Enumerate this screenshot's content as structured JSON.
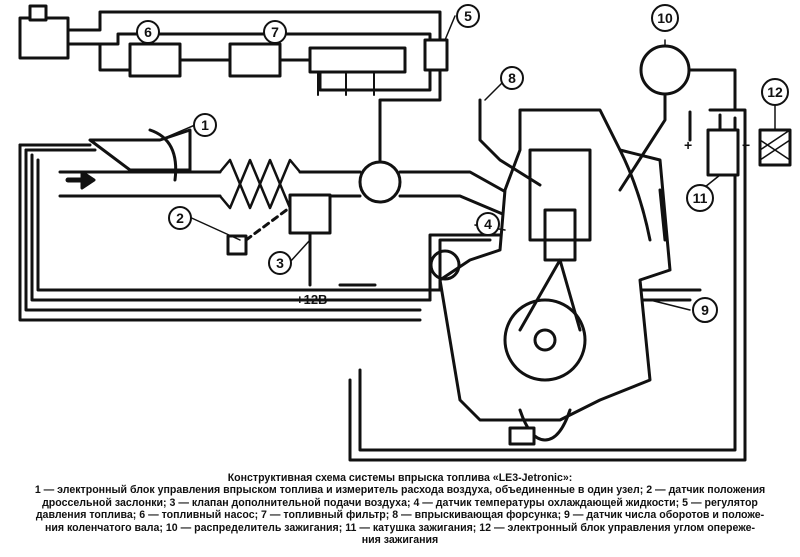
{
  "diagram": {
    "callouts": [
      "1",
      "2",
      "3",
      "4",
      "5",
      "6",
      "7",
      "8",
      "9",
      "10",
      "11",
      "12"
    ],
    "voltage_label": "+12В",
    "plus_sign": "+",
    "minus_sign": "−"
  },
  "caption": {
    "title": "Конструктивная схема системы впрыска топлива «LE3-Jetronic»:",
    "lines": [
      "1 — электронный блок управления впрыском топлива и измеритель расхода воздуха, объединенные в один узел; 2 — датчик положения",
      "дроссельной заслонки; 3 — клапан дополнительной подачи воздуха; 4 — датчик температуры охлаждающей жидкости; 5 — регулятор",
      "давления топлива; 6 — топливный насос; 7 — топливный фильтр; 8 — впрыскивающая форсунка; 9 — датчик числа оборотов и положе-",
      "ния коленчатого вала; 10 — распределитель зажигания; 11 — катушка зажигания; 12 — электронный блок управления углом опереже-",
      "ния зажигания"
    ]
  }
}
